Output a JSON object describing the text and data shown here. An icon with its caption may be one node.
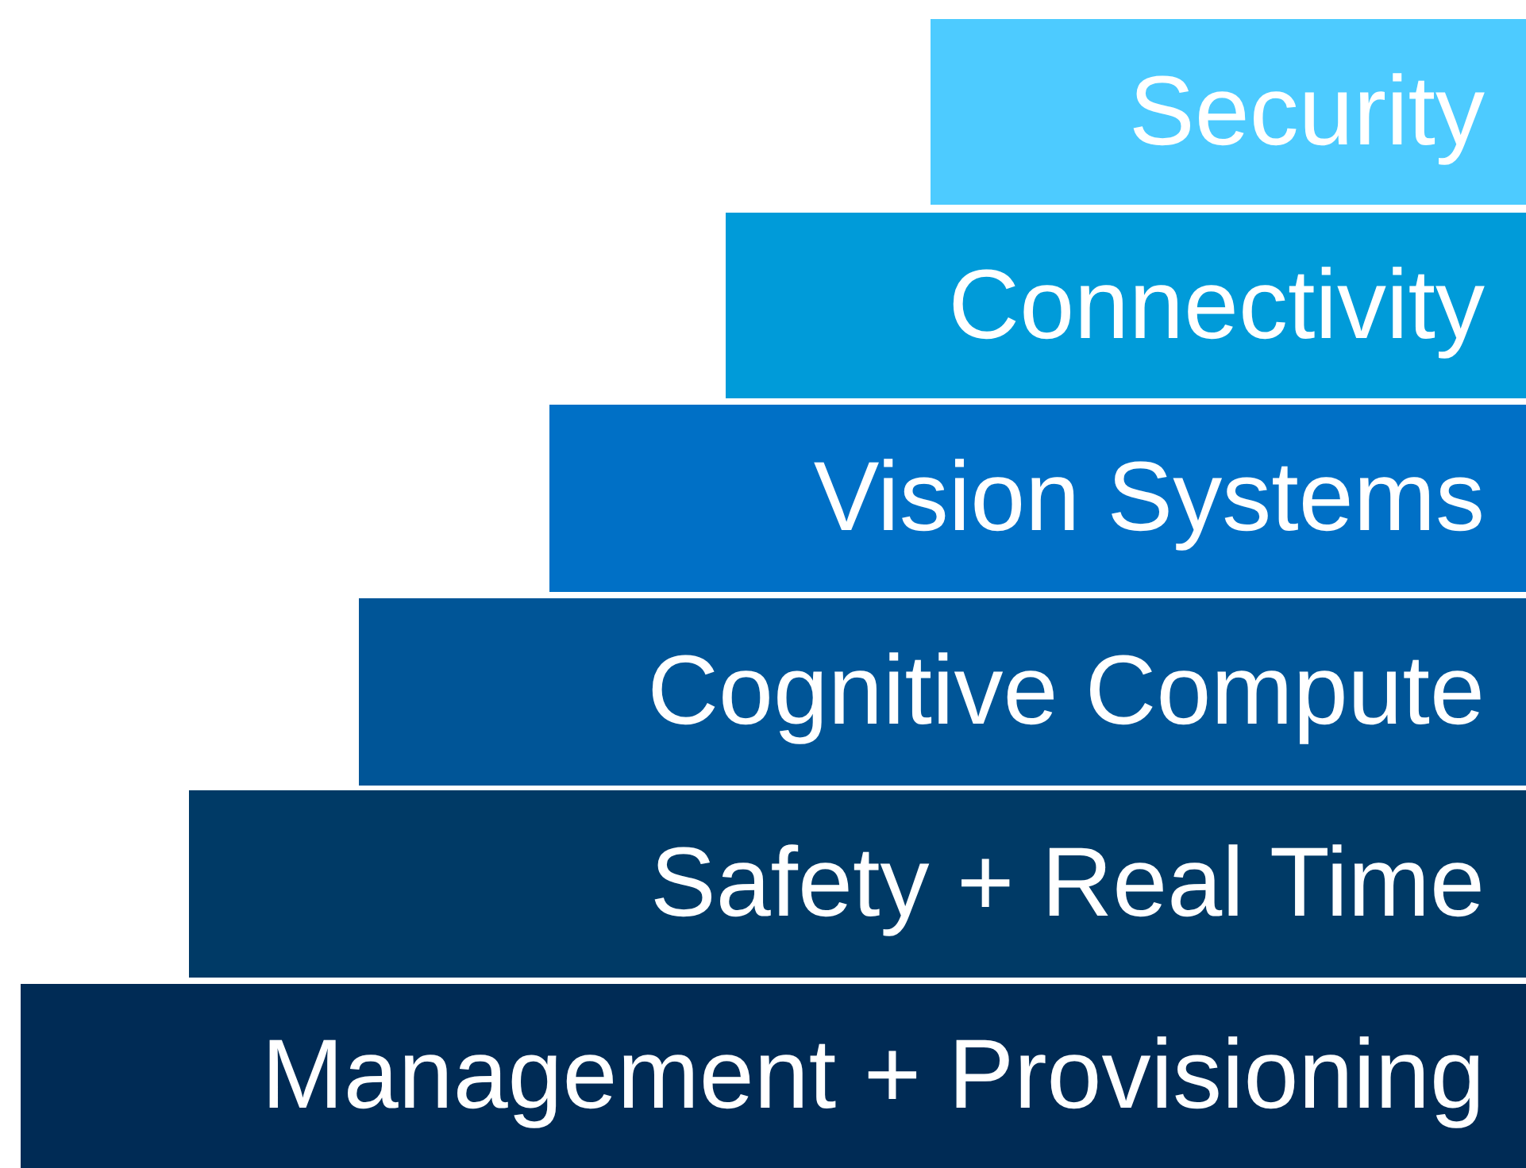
{
  "diagram": {
    "nodes": [
      {
        "text": [
          "Security"
        ]
      },
      {
        "text": [
          "Connectivity"
        ]
      },
      {
        "text": [
          "Vision Systems"
        ]
      },
      {
        "text": [
          "Cognitive Compute"
        ]
      },
      {
        "text": [
          "Safety + Real Time"
        ]
      },
      {
        "text": [
          "Management + Provisioning"
        ]
      }
    ]
  }
}
